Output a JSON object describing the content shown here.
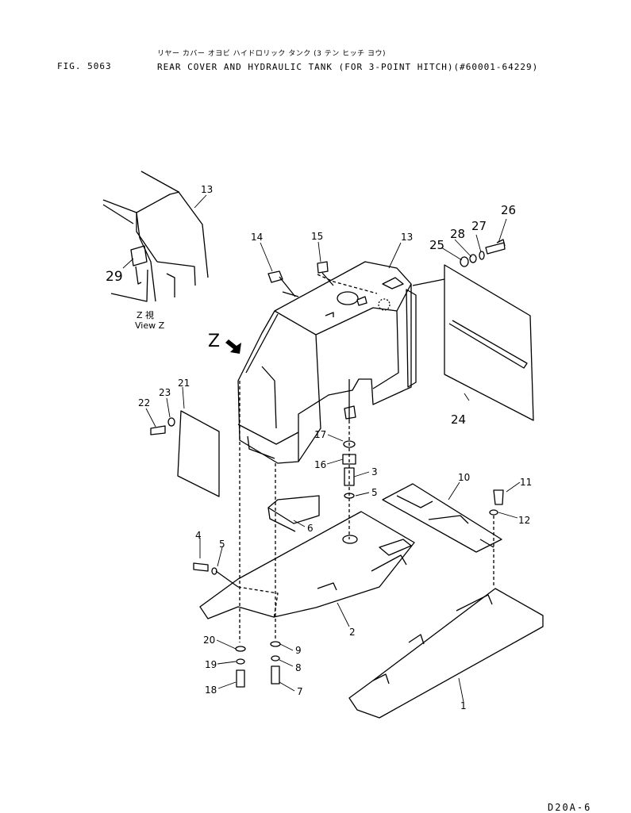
{
  "header": {
    "figure": "FIG. 5063",
    "title_jp": "リヤー カバー オヨビ ハイドロリック タンク (3 テン ヒッチ ヨウ)",
    "title": "REAR COVER AND HYDRAULIC TANK (FOR 3-POINT HITCH)(#60001-64229)"
  },
  "view": {
    "arrow_label": "Z",
    "caption_jp": "Z 視",
    "caption": "View Z"
  },
  "callouts": [
    "1",
    "2",
    "3",
    "4",
    "5",
    "6",
    "7",
    "8",
    "9",
    "10",
    "11",
    "12",
    "13",
    "14",
    "15",
    "16",
    "17",
    "18",
    "19",
    "20",
    "21",
    "22",
    "23",
    "24",
    "25",
    "26",
    "27",
    "28",
    "29"
  ],
  "footer": {
    "code": "D20A-6"
  }
}
